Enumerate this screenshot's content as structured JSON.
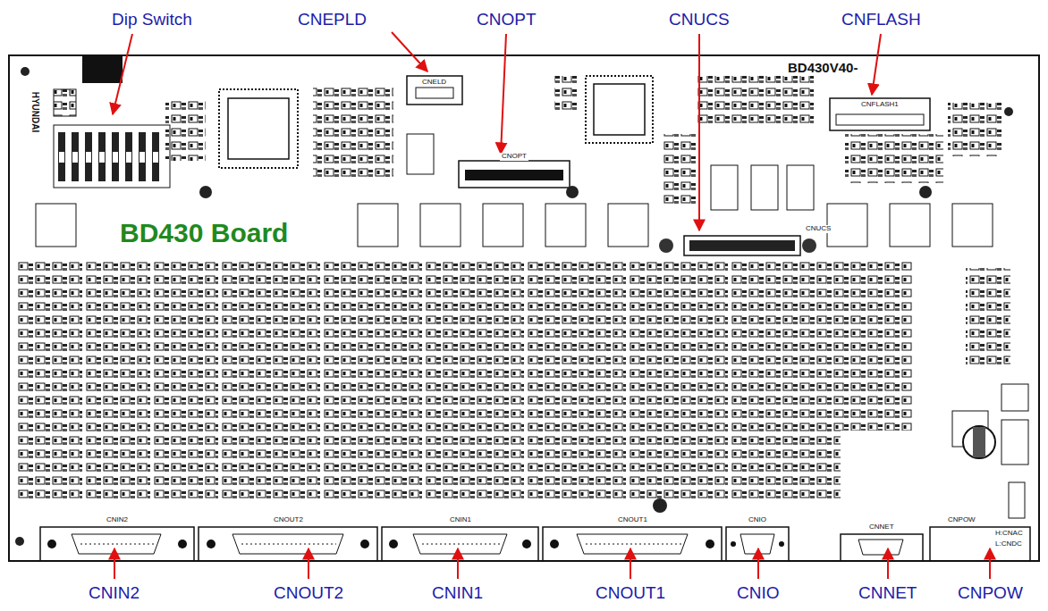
{
  "diagram": {
    "nodes": [
      {
        "text": [
          "BD430 Board"
        ]
      }
    ],
    "labels": [
      "Dip Switch",
      "CNEPLD",
      "CNOPT",
      "CNUCS",
      "CNFLASH",
      "CNIN2",
      "CNOUT2",
      "CNIN1",
      "CNOUT1",
      "CNIO",
      "CNNET",
      "CNPOW",
      "BD430V40-",
      "HYUNDAI",
      "CNELD",
      "CNOPT",
      "CNFLASH1",
      "CNUCS",
      "CNIN2",
      "CNOUT2",
      "CNIN1",
      "CNOUT1",
      "CNIO",
      "CNNET",
      "CNPOW",
      "H:CNAC",
      "L:CNDC"
    ]
  }
}
